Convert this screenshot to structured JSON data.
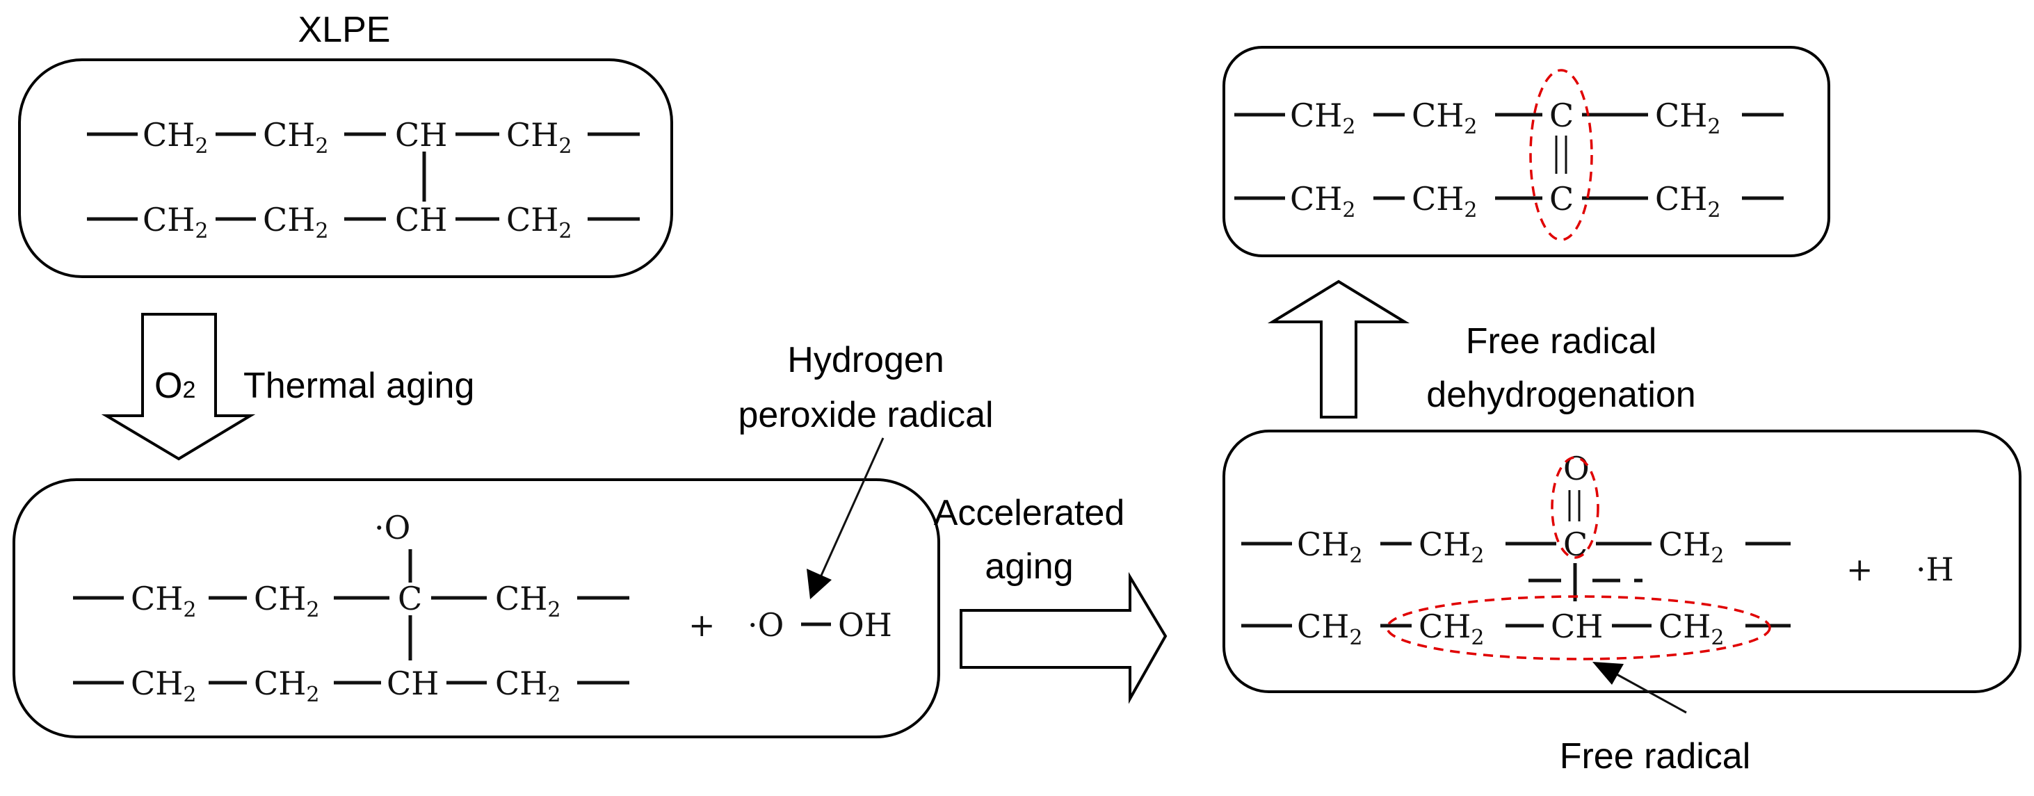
{
  "labels": {
    "xlpe": "XLPE",
    "o2_main": "O",
    "o2_sub": "2",
    "thermal_aging": "Thermal aging",
    "hydrogen_peroxide_line1": "Hydrogen",
    "hydrogen_peroxide_line2": "peroxide radical",
    "accelerated_line1": "Accelerated",
    "accelerated_line2": "aging",
    "free_radical_dehydro_line1": "Free radical",
    "free_radical_dehydro_line2": "dehydrogenation",
    "free_radical": "Free radical"
  },
  "chem": {
    "ch2": "CH",
    "ch": "CH",
    "c": "C",
    "o": "O",
    "o_radical": "·O",
    "oh": "OH",
    "h_radical": "·H",
    "plus": "+",
    "sub2": "2",
    "double_bond": "="
  },
  "colors": {
    "box_stroke": "#000000",
    "highlight": "#e00000"
  }
}
